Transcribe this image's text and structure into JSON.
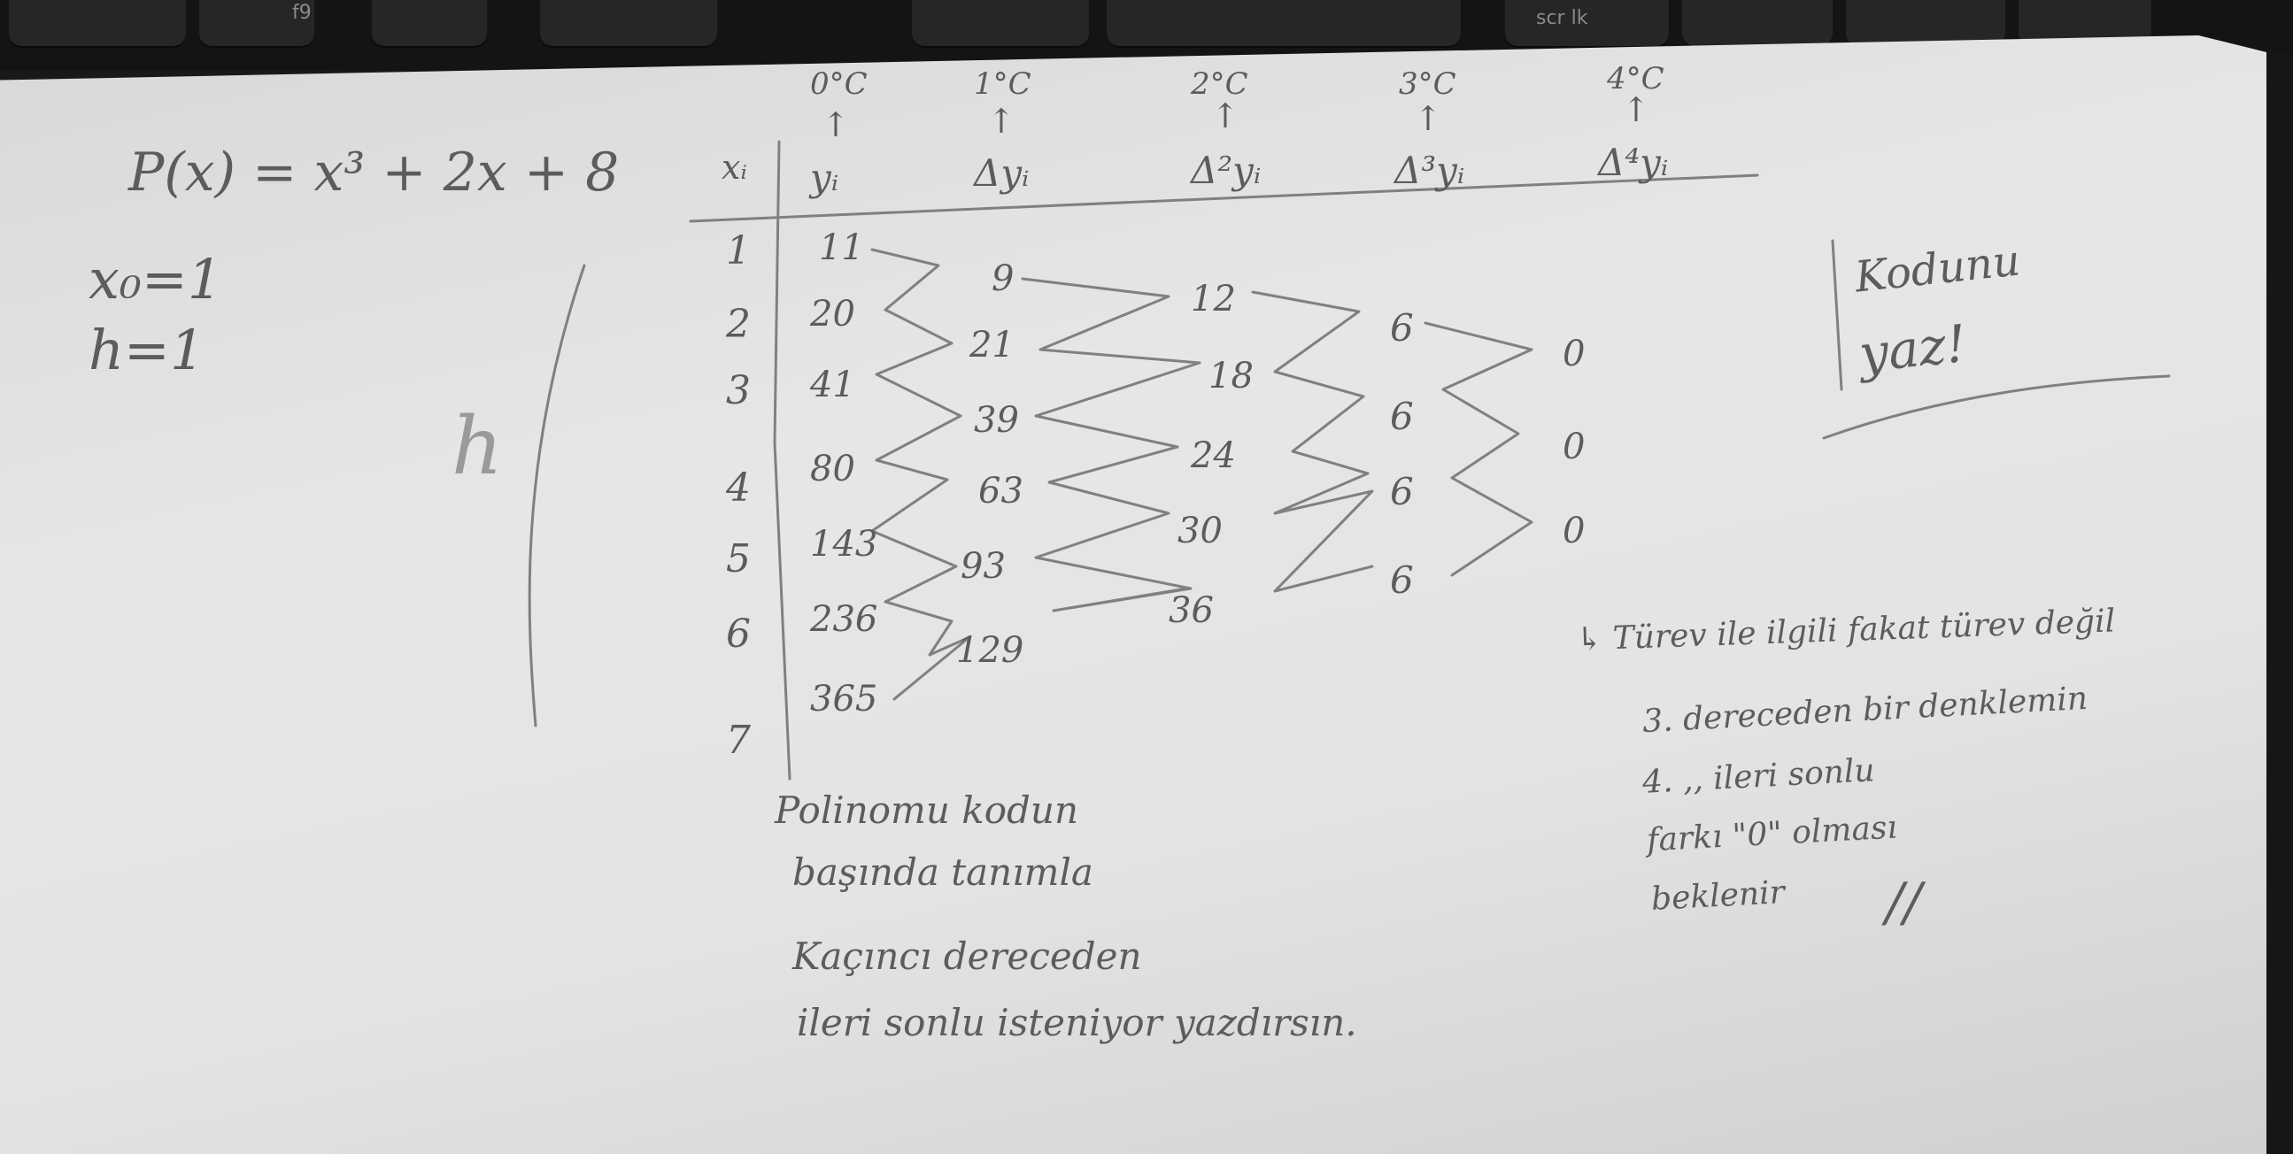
{
  "keyboard": {
    "key_left": "f9",
    "key_right": "scr lk"
  },
  "note": {
    "polynomial": "P(x) = x³ + 2x + 8",
    "x0": "x₀=1",
    "h": "h=1",
    "side_mark": "h",
    "table": {
      "x_header": "xᵢ",
      "columns": [
        {
          "order": "0°C",
          "symbol": "yᵢ"
        },
        {
          "order": "1°C",
          "symbol": "Δyᵢ"
        },
        {
          "order": "2°C",
          "symbol": "Δ²yᵢ"
        },
        {
          "order": "3°C",
          "symbol": "Δ³yᵢ"
        },
        {
          "order": "4°C",
          "symbol": "Δ⁴yᵢ"
        }
      ],
      "x": [
        "1",
        "2",
        "3",
        "4",
        "5",
        "6",
        "7"
      ],
      "y": [
        "11",
        "20",
        "41",
        "80",
        "143",
        "236",
        "365"
      ],
      "d1": [
        "9",
        "21",
        "39",
        "63",
        "93",
        "129"
      ],
      "d2": [
        "12",
        "18",
        "24",
        "30",
        "36"
      ],
      "d3": [
        "6",
        "6",
        "6",
        "6"
      ],
      "d4": [
        "0",
        "0",
        "0"
      ]
    },
    "box_text": [
      "Kodunu",
      "yaz!"
    ],
    "right_note": [
      "↳ Türev ile ilgili fakat türev değil",
      "3. dereceden bir denklemin",
      "4. ,, ileri sonlu",
      "farkı \"0\" olması",
      "beklenir"
    ],
    "right_mark": "//",
    "bottom_note": [
      "Polinomu kodun",
      "başında tanımla",
      "Kaçıncı dereceden",
      "ileri sonlu isteniyor yazdırsın."
    ]
  }
}
